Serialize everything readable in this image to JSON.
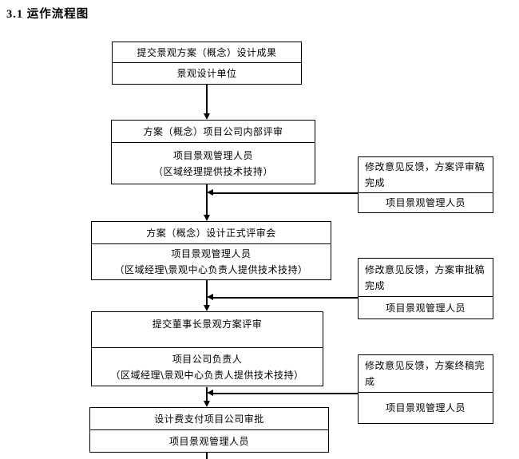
{
  "document": {
    "heading": "3.1 运作流程图"
  },
  "colors": {
    "background": "#ffffff",
    "line": "#000000",
    "text": "#000000"
  },
  "flowchart": {
    "steps": [
      {
        "title": "提交景观方案（概念）设计成果",
        "actor": "景观设计单位"
      },
      {
        "title": "方案（概念）项目公司内部评审",
        "actor": "项目景观管理人员",
        "actor_note": "（区域经理提供技术技持）"
      },
      {
        "title": "方案（概念）设计正式评审会",
        "actor": "项目景观管理人员",
        "actor_note": "（区域经理\\景观中心负责人提供技术技持）"
      },
      {
        "title": "提交董事长景观方案评审",
        "actor": "项目公司负责人",
        "actor_note": "（区域经理\\景观中心负责人提供技术技持）"
      },
      {
        "title": "设计费支付项目公司审批",
        "actor": "项目景观管理人员"
      }
    ],
    "feedback": [
      {
        "note": "修改意见反馈，方案评审稿完成",
        "actor": "项目景观管理人员"
      },
      {
        "note": "修改意见反馈，方案审批稿完成",
        "actor": "项目景观管理人员"
      },
      {
        "note": "修改意见反馈，方案终稿完成",
        "actor": "项目景观管理人员"
      }
    ]
  }
}
